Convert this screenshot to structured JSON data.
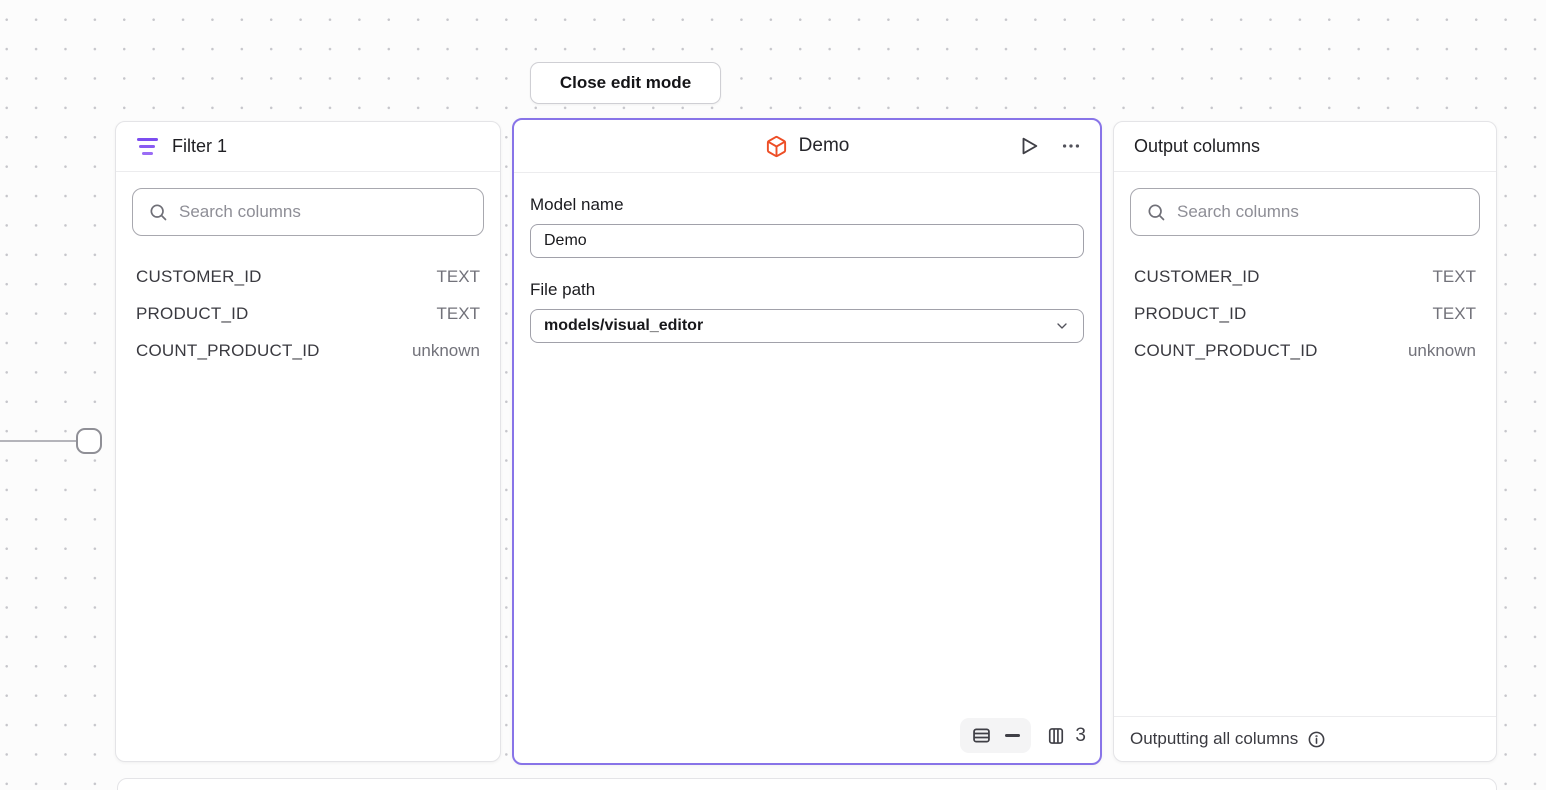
{
  "colors": {
    "accent_purple": "#8b5cf6",
    "selected_border_purple": "#8874e8",
    "model_icon_orange": "#ed4e26",
    "canvas_dot": "#c6c6cb",
    "canvas_background": "#fcfcfc"
  },
  "toolbar": {
    "close_edit_mode_label": "Close edit mode"
  },
  "filter_panel": {
    "title": "Filter 1",
    "search_placeholder": "Search columns",
    "columns": [
      {
        "name": "CUSTOMER_ID",
        "type": "TEXT"
      },
      {
        "name": "PRODUCT_ID",
        "type": "TEXT"
      },
      {
        "name": "COUNT_PRODUCT_ID",
        "type": "unknown"
      }
    ]
  },
  "model_panel": {
    "title": "Demo",
    "model_name_label": "Model name",
    "model_name_value": "Demo",
    "file_path_label": "File path",
    "file_path_value": "models/visual_editor",
    "footer": {
      "column_count": "3"
    }
  },
  "output_panel": {
    "title": "Output columns",
    "search_placeholder": "Search columns",
    "columns": [
      {
        "name": "CUSTOMER_ID",
        "type": "TEXT"
      },
      {
        "name": "PRODUCT_ID",
        "type": "TEXT"
      },
      {
        "name": "COUNT_PRODUCT_ID",
        "type": "unknown"
      }
    ],
    "footer_label": "Outputting all columns"
  },
  "icons": {
    "filter": "filter-lines-icon",
    "search": "search-icon",
    "model": "cube-icon",
    "run": "play-icon",
    "menu": "ellipsis-icon",
    "file_path_dropdown": "chevron-down-icon",
    "row_count": "table-rows-icon",
    "no_row_count": "minus-icon",
    "column_count": "table-columns-icon",
    "output_info": "info-icon"
  }
}
